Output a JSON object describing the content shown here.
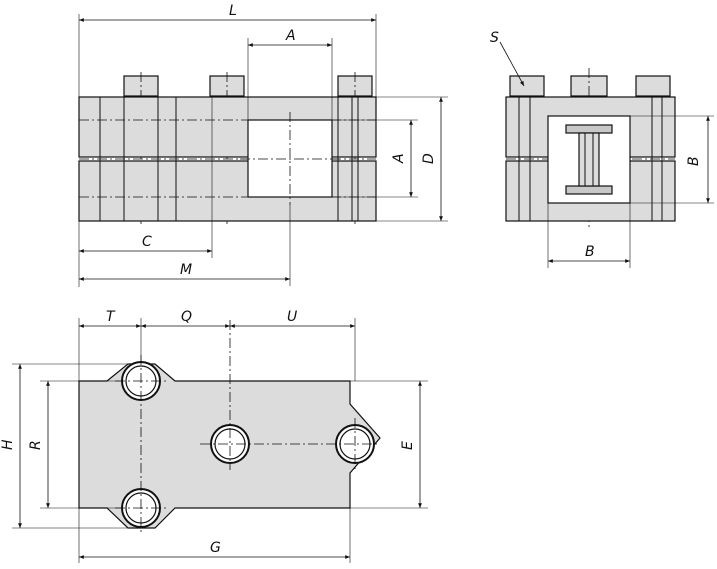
{
  "front_view": {
    "labels": {
      "L": "L",
      "A_top": "A",
      "A_side": "A",
      "D": "D",
      "C": "C",
      "M": "M"
    }
  },
  "side_view": {
    "labels": {
      "S": "S",
      "B_side": "B",
      "B_bottom": "B"
    }
  },
  "bottom_view": {
    "labels": {
      "T": "T",
      "Q": "Q",
      "U": "U",
      "H": "H",
      "R": "R",
      "E": "E",
      "G": "G"
    }
  }
}
